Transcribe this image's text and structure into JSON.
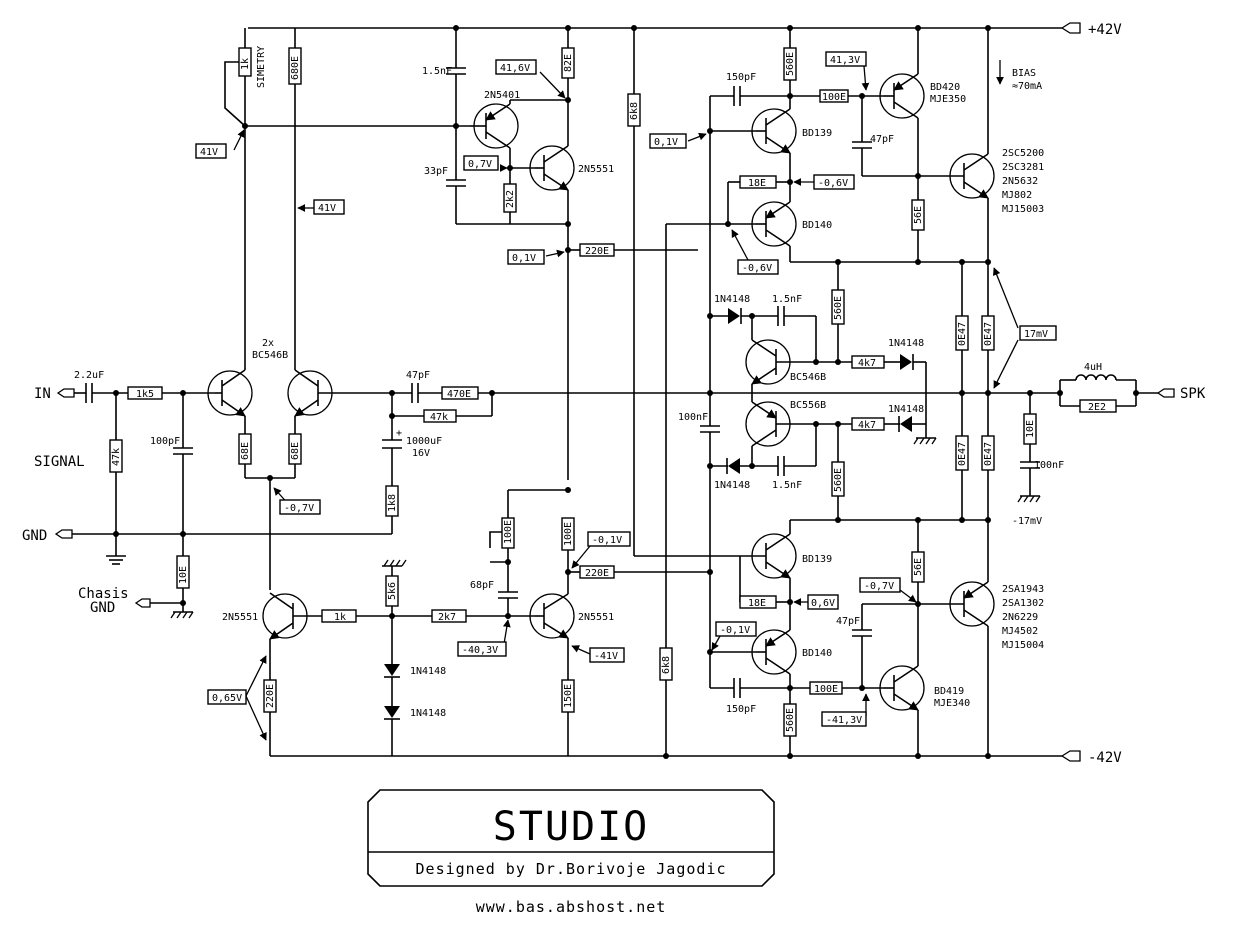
{
  "rails": {
    "pos": "+42V",
    "neg": "-42V"
  },
  "io": {
    "in": "IN",
    "spk": "SPK",
    "gnd": "GND",
    "signal": "SIGNAL",
    "chasis_1": "Chasis",
    "chasis_2": "GND"
  },
  "title_block": {
    "title": "STUDIO",
    "designer": "Designed by Dr.Borivoje Jagodic",
    "url": "www.bas.abshost.net"
  },
  "bias_note": {
    "line1": "BIAS",
    "line2": "≈70mA"
  },
  "transistors": {
    "input_pair_count": "2x",
    "input_pair": "BC546B",
    "vas_pnp": "2N5401",
    "vas_npn_top": "2N5551",
    "ccs_left": "2N5551",
    "ccs_right": "2N5551",
    "bd139_top": "BD139",
    "bd140_top": "BD140",
    "bd139_bot": "BD139",
    "bd140_bot": "BD140",
    "bd420": "BD420",
    "mje350": "MJE350",
    "bd419": "BD419",
    "mje340": "MJE340",
    "vbe_npn": "BC546B",
    "vbe_pnp": "BC556B",
    "out_npn": [
      "2SC5200",
      "2SC3281",
      "2N5632",
      "MJ802",
      "MJ15003"
    ],
    "out_pnp": [
      "2SA1943",
      "2SA1302",
      "2N6229",
      "MJ4502",
      "MJ15004"
    ]
  },
  "components": {
    "c_in": "2.2uF",
    "r_in": "1k5",
    "r_47k": "47k",
    "c_100pf": "100pF",
    "r_10e_gnd": "10E",
    "r_sym_pot": "1k",
    "sym_label": "SIMETRY",
    "r_680e": "680E",
    "r_68e_a": "68E",
    "r_68e_b": "68E",
    "c_47pf_fb": "47pF",
    "r_470e": "470E",
    "r_47k_fb": "47k",
    "c_1000uf_1": "1000uF",
    "c_1000uf_2": "16V",
    "r_1k8": "1k8",
    "c_1_5nf_top": "1.5nF",
    "c_33pf": "33pF",
    "r_2k2": "2k2",
    "r_82e": "82E",
    "r_220e_top": "220E",
    "r_220e_bot": "220E",
    "r_6k8_top": "6k8",
    "r_6k8_bot": "6k8",
    "r_100e_pot": "100E",
    "r_100e_ccs": "100E",
    "c_68pf": "68pF",
    "r_150e": "150E",
    "r_1k_base": "1k",
    "r_2k7": "2k7",
    "r_5k6": "5k6",
    "r_220e_ccs": "220E",
    "d_1n4148_a": "1N4148",
    "d_1n4148_b": "1N4148",
    "c_150pf_top": "150pF",
    "c_150pf_bot": "150pF",
    "r_560e_top": "560E",
    "r_560e_bot": "560E",
    "r_100e_drv_top": "100E",
    "r_100e_drv_bot": "100E",
    "c_47pf_top": "47pF",
    "c_47pf_bot": "47pF",
    "r_56e_top": "56E",
    "r_56e_bot": "56E",
    "r_18e_top": "18E",
    "r_18e_bot": "18E",
    "d_vbe_1": "1N4148",
    "d_vbe_2": "1N4148",
    "d_vbe_3": "1N4148",
    "d_vbe_4": "1N4148",
    "c_1_5nf_a": "1.5nF",
    "c_1_5nf_b": "1.5nF",
    "r_560e_mid_a": "560E",
    "r_560e_mid_b": "560E",
    "r_4k7_a": "4k7",
    "r_4k7_b": "4k7",
    "c_100nf_vbe": "100nF",
    "r_0e47": [
      "0E47",
      "0E47",
      "0E47",
      "0E47"
    ],
    "l_out": "4uH",
    "r_2e2": "2E2",
    "r_10e_zobel": "10E",
    "c_100nf_zobel": "100nF"
  },
  "voltages": {
    "v_41_left": "41V",
    "v_41_mid": "41V",
    "v_41_6": "41,6V",
    "v_0_7": "0,7V",
    "v_0_1_vas": "0,1V",
    "v_minus_0_7_tail": "-0,7V",
    "v_minus_0_1_ccs": "-0,1V",
    "v_minus_40_3": "-40,3V",
    "v_minus_41": "-41V",
    "v_0_65": "0,65V",
    "v_41_3": "41,3V",
    "v_0_1_drv": "0,1V",
    "v_minus_0_6_a": "-0,6V",
    "v_minus_0_6_b": "-0,6V",
    "v_17mv": "17mV",
    "v_minus_17mv": "-17mV",
    "v_0_6": "0,6V",
    "v_minus_0_7_out": "-0,7V",
    "v_minus_0_1_drv": "-0,1V",
    "v_minus_41_3": "-41,3V"
  }
}
